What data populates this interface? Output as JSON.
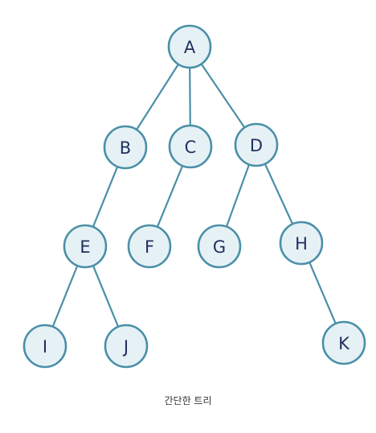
{
  "nodes": [
    {
      "id": "A",
      "label": "A"
    },
    {
      "id": "B",
      "label": "B"
    },
    {
      "id": "C",
      "label": "C"
    },
    {
      "id": "D",
      "label": "D"
    },
    {
      "id": "E",
      "label": "E"
    },
    {
      "id": "F",
      "label": "F"
    },
    {
      "id": "G",
      "label": "G"
    },
    {
      "id": "H",
      "label": "H"
    },
    {
      "id": "I",
      "label": "I"
    },
    {
      "id": "J",
      "label": "J"
    },
    {
      "id": "K",
      "label": "K"
    }
  ],
  "edges": [
    {
      "from": "A",
      "to": "B"
    },
    {
      "from": "A",
      "to": "C"
    },
    {
      "from": "A",
      "to": "D"
    },
    {
      "from": "B",
      "to": "E"
    },
    {
      "from": "C",
      "to": "F"
    },
    {
      "from": "D",
      "to": "G"
    },
    {
      "from": "D",
      "to": "H"
    },
    {
      "from": "E",
      "to": "I"
    },
    {
      "from": "E",
      "to": "J"
    },
    {
      "from": "H",
      "to": "K"
    }
  ],
  "caption": "간단한 트리",
  "colors": {
    "node_fill": "#e6f1f6",
    "node_stroke": "#4a8fa8",
    "edge": "#4a8fa8",
    "label": "#1f2f5e"
  }
}
